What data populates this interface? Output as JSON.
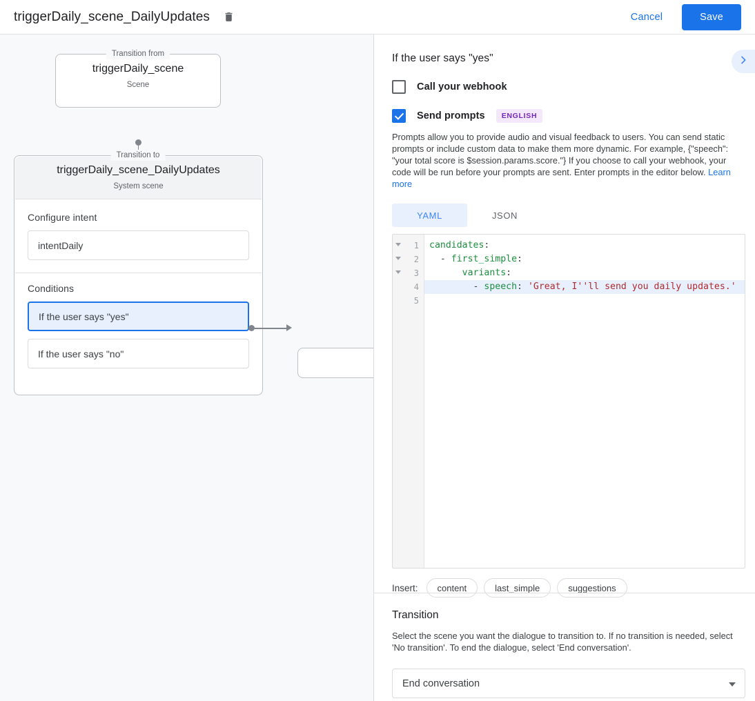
{
  "topbar": {
    "title": "triggerDaily_scene_DailyUpdates",
    "delete_icon": "trash-icon",
    "cancel_label": "Cancel",
    "save_label": "Save"
  },
  "canvas": {
    "from_node": {
      "legend": "Transition from",
      "title": "triggerDaily_scene",
      "subtitle": "Scene"
    },
    "to_node": {
      "legend": "Transition to",
      "title": "triggerDaily_scene_DailyUpdates",
      "subtitle": "System scene"
    },
    "intent_section": {
      "label": "Configure intent",
      "value": "intentDaily"
    },
    "conditions_section": {
      "label": "Conditions",
      "items": [
        {
          "label": "If the user says \"yes\"",
          "selected": true
        },
        {
          "label": "If the user says \"no\"",
          "selected": false
        }
      ]
    }
  },
  "panel": {
    "title": "If the user says \"yes\"",
    "collapse_icon": "chevron-right-icon",
    "webhook": {
      "label": "Call your webhook",
      "checked": false
    },
    "prompts": {
      "label": "Send prompts",
      "checked": true,
      "badge": "ENGLISH",
      "help": "Prompts allow you to provide audio and visual feedback to users. You can send static prompts or include custom data to make them more dynamic. For example, {\"speech\": \"your total score is $session.params.score.\"} If you choose to call your webhook, your code will be run before your prompts are sent. Enter prompts in the editor below.",
      "help_link": "Learn more"
    },
    "editor": {
      "tabs": [
        {
          "label": "YAML",
          "active": true
        },
        {
          "label": "JSON",
          "active": false
        }
      ],
      "lines": [
        {
          "n": "1",
          "fold": true,
          "highlighted": false,
          "tokens": [
            {
              "t": "candidates",
              "c": "key"
            },
            {
              "t": ":",
              "c": "plain"
            }
          ]
        },
        {
          "n": "2",
          "fold": true,
          "highlighted": false,
          "tokens": [
            {
              "t": "  - ",
              "c": "plain"
            },
            {
              "t": "first_simple",
              "c": "key"
            },
            {
              "t": ":",
              "c": "plain"
            }
          ]
        },
        {
          "n": "3",
          "fold": true,
          "highlighted": false,
          "tokens": [
            {
              "t": "      ",
              "c": "plain"
            },
            {
              "t": "variants",
              "c": "key"
            },
            {
              "t": ":",
              "c": "plain"
            }
          ]
        },
        {
          "n": "4",
          "fold": false,
          "highlighted": true,
          "tokens": [
            {
              "t": "        - ",
              "c": "plain"
            },
            {
              "t": "speech",
              "c": "key"
            },
            {
              "t": ": ",
              "c": "plain"
            },
            {
              "t": "'Great, I''ll send you daily updates.'",
              "c": "str"
            }
          ]
        },
        {
          "n": "5",
          "fold": false,
          "highlighted": false,
          "tokens": [
            {
              "t": "",
              "c": "plain"
            }
          ]
        }
      ]
    },
    "insert": {
      "label": "Insert:",
      "chips": [
        "content",
        "last_simple",
        "suggestions"
      ]
    },
    "transition": {
      "title": "Transition",
      "description": "Select the scene you want the dialogue to transition to. If no transition is needed, select 'No transition'. To end the dialogue, select 'End conversation'.",
      "selected": "End conversation"
    }
  },
  "colors": {
    "accent": "#1a73e8",
    "tab_active_bg": "#e8f0fe",
    "badge_bg": "#f3e8fd",
    "badge_fg": "#7627bb",
    "canvas_bg": "#f8f9fa",
    "yaml_key": "#1e8e3e",
    "yaml_string": "#b02b2b"
  }
}
